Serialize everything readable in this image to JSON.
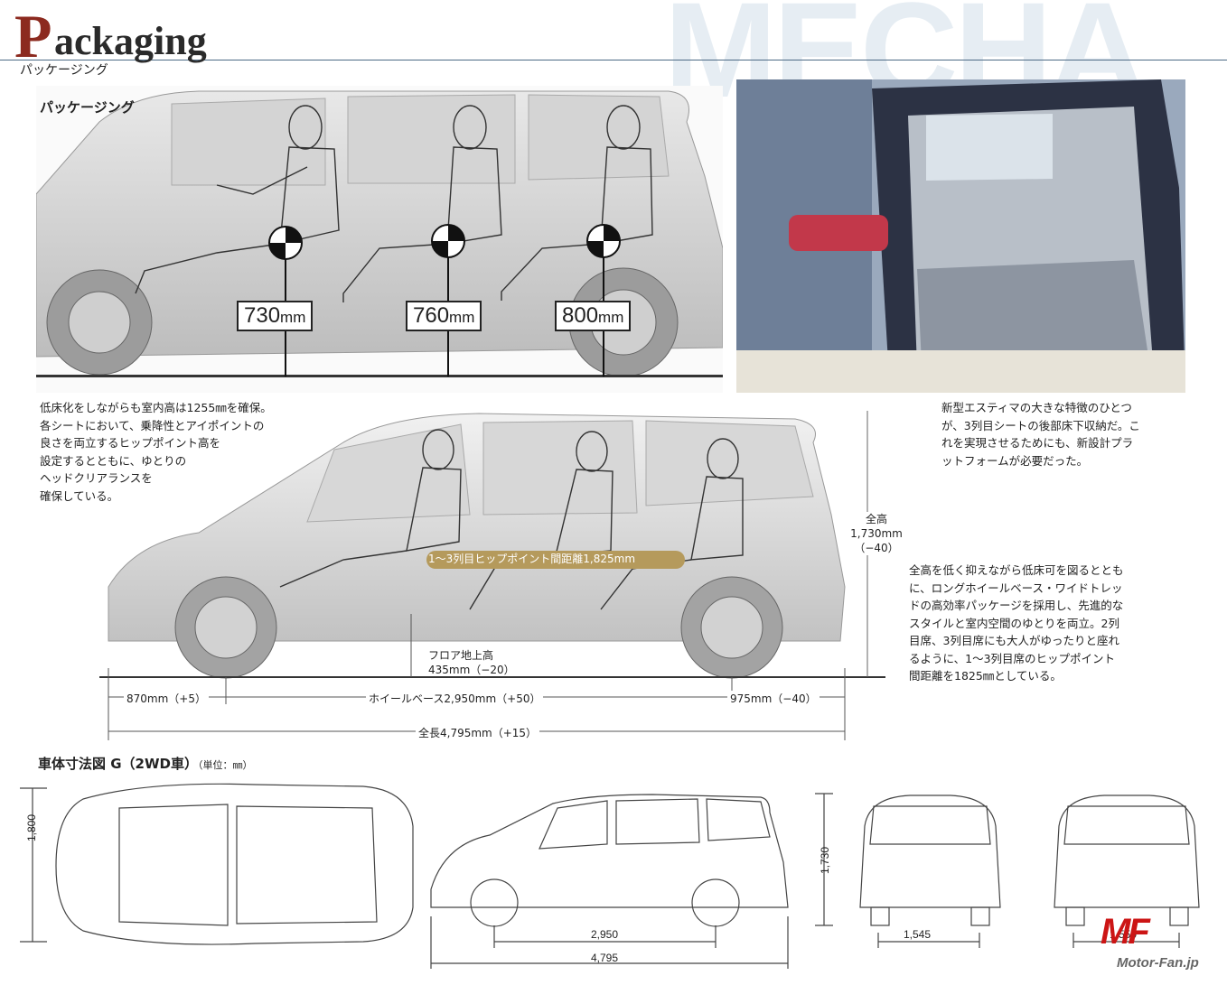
{
  "watermark": "MECHA",
  "header": {
    "title_initial": "P",
    "title_rest": "ackaging",
    "title_sub": "パッケージング"
  },
  "section_label": "パッケージング",
  "hip_points": [
    {
      "value": "730",
      "unit": "mm"
    },
    {
      "value": "760",
      "unit": "mm"
    },
    {
      "value": "800",
      "unit": "mm"
    }
  ],
  "text_left": "低床化をしながらも室内高は1255㎜を確保。\n各シートにおいて、乗降性とアイポイントの\n良さを両立するヒップポイント高を\n設定するとともに、ゆとりの\nヘッドクリアランスを\n確保している。",
  "text_right_top": "新型エスティマの大きな特徴のひとつ\nが、3列目シートの後部床下収納だ。こ\nれを実現させるためにも、新設計プラ\nットフォームが必要だった。",
  "text_right_mid": "全高を低く抑えながら低床可を図るととも\nに、ロングホイールベース・ワイドトレッ\nドの高効率パッケージを採用し、先進的な\nスタイルと室内空間のゆとりを両立。2列\n目席、3列目席にも大人がゆったりと座れ\nるように、1～3列目席のヒップポイント\n間距離を1825㎜としている。",
  "side_dims": {
    "hip_distance": "1～3列目ヒップポイント間距離1,825mm",
    "height_label": "全高",
    "height_value": "1,730mm",
    "height_delta": "（−40）",
    "floor_label": "フロア地上高",
    "floor_value": "435mm（−20）",
    "front_overhang": "870mm（+5）",
    "wheelbase": "ホイールベース2,950mm（+50）",
    "rear_overhang": "975mm（−40）",
    "length": "全長4,795mm（+15）"
  },
  "bottom": {
    "label": "車体寸法図 G（2WD車）",
    "unit": "（単位：㎜）",
    "width": "1,800",
    "wheelbase": "2,950",
    "length": "4,795",
    "height": "1,730",
    "front_tread": "1,545",
    "rear_tread": "1,550"
  },
  "logo": {
    "mark": "MF",
    "site": "Motor-Fan.jp"
  }
}
